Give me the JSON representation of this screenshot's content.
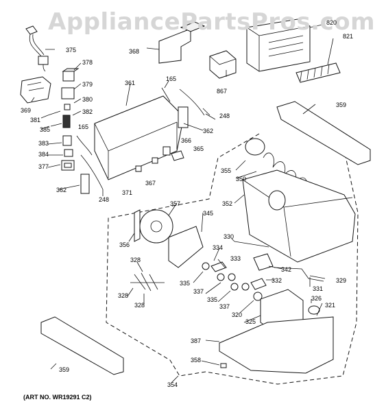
{
  "watermark": "AppliancePartsPros.com",
  "art_number": "(ART NO. WR19291 C2)",
  "callouts": {
    "c375": "375",
    "c378": "378",
    "c379": "379",
    "c380": "380",
    "c382": "382",
    "c369": "369",
    "c381": "381",
    "c385": "385",
    "c165a": "165",
    "c383": "383",
    "c384": "384",
    "c377": "377",
    "c362a": "362",
    "c248a": "248",
    "c368": "368",
    "c361": "361",
    "c165b": "165",
    "c248b": "248",
    "c362b": "362",
    "c366": "366",
    "c365": "365",
    "c367": "367",
    "c371": "371",
    "c867": "867",
    "c820": "820",
    "c821": "821",
    "c359a": "359",
    "c355": "355",
    "c350": "350",
    "c352": "352",
    "c357": "357",
    "c345": "345",
    "c356": "356",
    "c330": "330",
    "c334": "334",
    "c333": "333",
    "c342": "342",
    "c329": "329",
    "c328a": "328",
    "c328b": "328",
    "c328c": "328",
    "c335a": "335",
    "c337a": "337",
    "c335b": "335",
    "c337b": "337",
    "c332": "332",
    "c331": "331",
    "c326": "326",
    "c321": "321",
    "c320": "320",
    "c325": "325",
    "c387": "387",
    "c358": "358",
    "c354": "354",
    "c359b": "359"
  }
}
